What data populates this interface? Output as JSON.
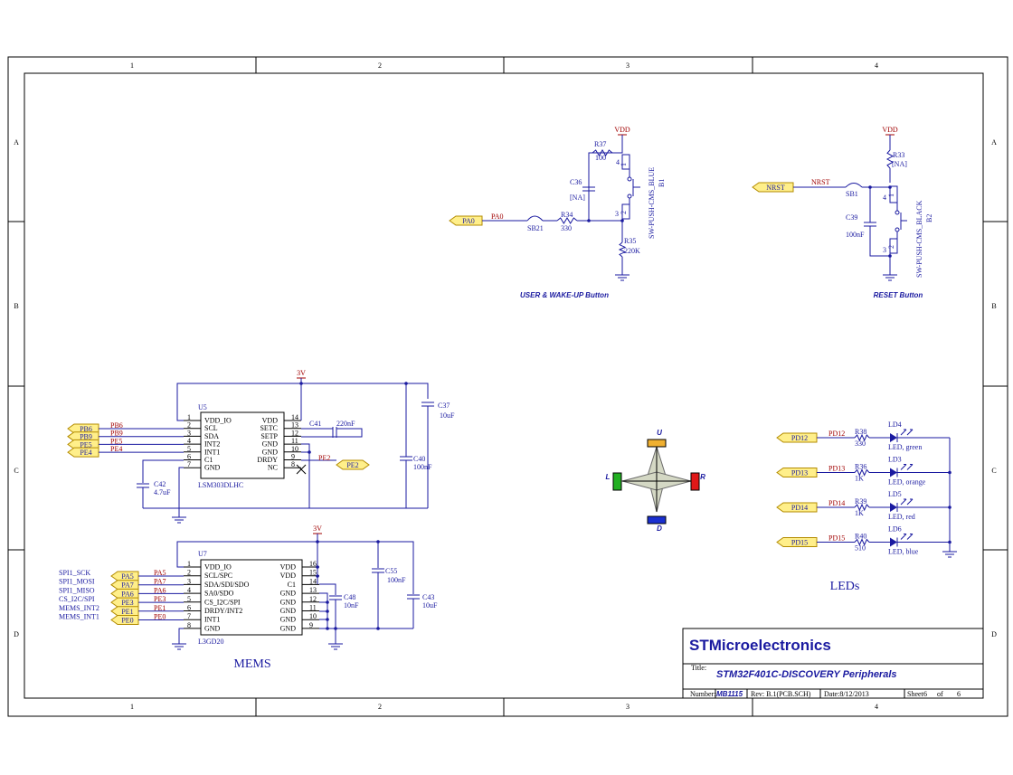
{
  "frame": {
    "columns": [
      "1",
      "2",
      "3",
      "4"
    ],
    "rows": [
      "A",
      "B",
      "C",
      "D"
    ]
  },
  "sections": {
    "user_button": "USER & WAKE-UP Button",
    "reset_button": "RESET Button",
    "mems": "MEMS",
    "leds": "LEDs"
  },
  "user_button": {
    "vdd": "VDD",
    "r37_ref": "R37",
    "r37_val": "100",
    "c36_ref": "C36",
    "c36_val": "[NA]",
    "port": "PA0",
    "net": "PA0",
    "sb": "SB21",
    "r34_ref": "R34",
    "r34_val": "330",
    "r35_ref": "R35",
    "r35_val": "220K",
    "switch_part": "SW-PUSH-CMS_BLUE",
    "switch_ref": "B1",
    "pin1": "1",
    "pin2": "2",
    "pin3": "3",
    "pin4": "4"
  },
  "reset_button": {
    "vdd": "VDD",
    "r33_ref": "R33",
    "r33_val": "[NA]",
    "port": "NRST",
    "net": "NRST",
    "sb": "SB1",
    "c39_ref": "C39",
    "c39_val": "100nF",
    "switch_part": "SW-PUSH-CMS_BLACK",
    "switch_ref": "B2",
    "pin1": "1",
    "pin2": "2",
    "pin3": "3",
    "pin4": "4"
  },
  "u5": {
    "ref": "U5",
    "part": "LSM303DLHC",
    "supply": "3V",
    "left_pins": [
      {
        "num": "1",
        "name": "VDD_IO"
      },
      {
        "num": "2",
        "name": "SCL"
      },
      {
        "num": "3",
        "name": "SDA"
      },
      {
        "num": "4",
        "name": "INT2"
      },
      {
        "num": "5",
        "name": "INT1"
      },
      {
        "num": "6",
        "name": "C1"
      },
      {
        "num": "7",
        "name": "GND"
      }
    ],
    "right_pins": [
      {
        "num": "14",
        "name": "VDD"
      },
      {
        "num": "13",
        "name": "SETC"
      },
      {
        "num": "12",
        "name": "SETP"
      },
      {
        "num": "11",
        "name": "GND"
      },
      {
        "num": "10",
        "name": "GND"
      },
      {
        "num": "9",
        "name": "DRDY"
      },
      {
        "num": "8",
        "name": "NC"
      }
    ],
    "ports": [
      {
        "port": "PB6",
        "net": "PB6"
      },
      {
        "port": "PB9",
        "net": "PB9"
      },
      {
        "port": "PE5",
        "net": "PE5"
      },
      {
        "port": "PE4",
        "net": "PE4"
      }
    ],
    "drdy_net": "PE2",
    "drdy_port": "PE2",
    "c41_ref": "C41",
    "c41_val": "220nF",
    "c42_ref": "C42",
    "c42_val": "4.7uF",
    "c37_ref": "C37",
    "c37_val": "10uF",
    "c40_ref": "C40",
    "c40_val": "100nF"
  },
  "u7": {
    "ref": "U7",
    "part": "L3GD20",
    "supply": "3V",
    "left_pins": [
      {
        "num": "1",
        "name": "VDD_IO"
      },
      {
        "num": "2",
        "name": "SCL/SPC"
      },
      {
        "num": "3",
        "name": "SDA/SDI/SDO"
      },
      {
        "num": "4",
        "name": "SA0/SDO"
      },
      {
        "num": "5",
        "name": "CS_I2C/SPI"
      },
      {
        "num": "6",
        "name": "DRDY/INT2"
      },
      {
        "num": "7",
        "name": "INT1"
      },
      {
        "num": "8",
        "name": "GND"
      }
    ],
    "right_pins": [
      {
        "num": "16",
        "name": "VDD"
      },
      {
        "num": "15",
        "name": "VDD"
      },
      {
        "num": "14",
        "name": "C1"
      },
      {
        "num": "13",
        "name": "GND"
      },
      {
        "num": "12",
        "name": "GND"
      },
      {
        "num": "11",
        "name": "GND"
      },
      {
        "num": "10",
        "name": "GND"
      },
      {
        "num": "9",
        "name": "GND"
      }
    ],
    "signals": [
      "SPI1_SCK",
      "SPI1_MOSI",
      "SPI1_MISO",
      "CS_I2C/SPI",
      "MEMS_INT2",
      "MEMS_INT1"
    ],
    "ports": [
      {
        "port": "PA5",
        "net": "PA5"
      },
      {
        "port": "PA7",
        "net": "PA7"
      },
      {
        "port": "PA6",
        "net": "PA6"
      },
      {
        "port": "PE3",
        "net": "PE3"
      },
      {
        "port": "PE1",
        "net": "PE1"
      },
      {
        "port": "PE0",
        "net": "PE0"
      }
    ],
    "c48_ref": "C48",
    "c48_val": "10nF",
    "c55_ref": "C55",
    "c55_val": "100nF",
    "c43_ref": "C43",
    "c43_val": "10uF"
  },
  "compass": {
    "up": "U",
    "down": "D",
    "left": "L",
    "right": "R",
    "colors": {
      "up": "#f0b030",
      "down": "#1a2fd0",
      "left": "#22b022",
      "right": "#e01818"
    }
  },
  "leds": [
    {
      "port": "PD12",
      "net": "PD12",
      "res_ref": "R38",
      "res_val": "330",
      "led_ref": "LD4",
      "desc": "LED, green"
    },
    {
      "port": "PD13",
      "net": "PD13",
      "res_ref": "R36",
      "res_val": "1K",
      "led_ref": "LD3",
      "desc": "LED, orange"
    },
    {
      "port": "PD14",
      "net": "PD14",
      "res_ref": "R39",
      "res_val": "1K",
      "led_ref": "LD5",
      "desc": "LED, red"
    },
    {
      "port": "PD15",
      "net": "PD15",
      "res_ref": "R40",
      "res_val": "510",
      "led_ref": "LD6",
      "desc": "LED, blue"
    }
  ],
  "title_block": {
    "company": "STMicroelectronics",
    "title_label": "Title:",
    "title": "STM32F401C-DISCOVERY Peripherals",
    "number_label": "Number:",
    "number": "MB1115",
    "rev": "Rev: B.1(PCB.SCH)",
    "date": "Date:8/12/2013",
    "sheet_label": "Sheet",
    "sheet": "6",
    "of_label": "of",
    "total": "6"
  }
}
